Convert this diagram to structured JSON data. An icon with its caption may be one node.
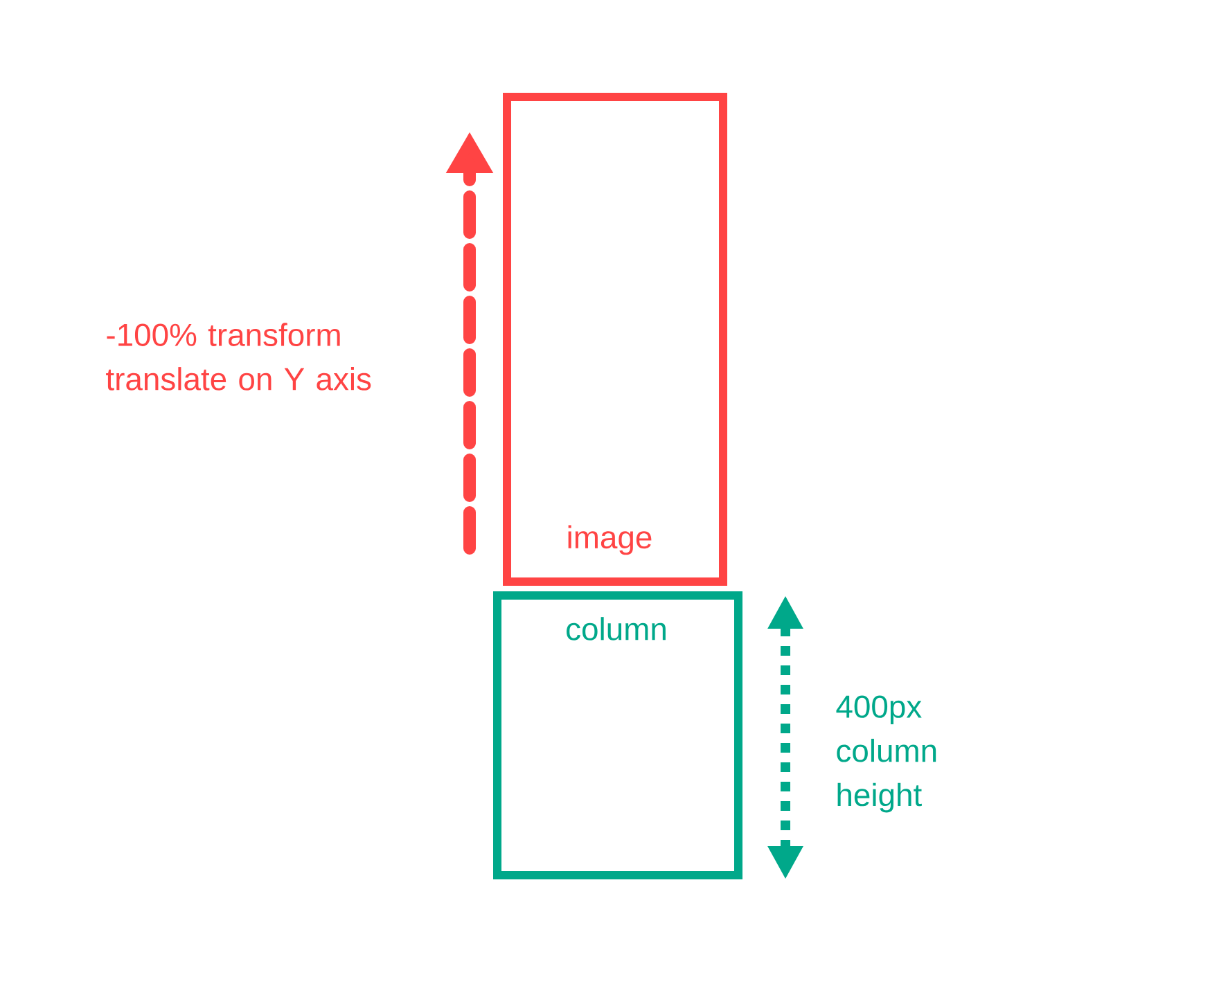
{
  "diagram": {
    "nodes": [
      {
        "text": [
          "image"
        ]
      },
      {
        "text": [
          "column"
        ]
      }
    ],
    "edges": [],
    "labels": [
      "-100% transform translate on Y axis",
      "400px column height"
    ]
  }
}
